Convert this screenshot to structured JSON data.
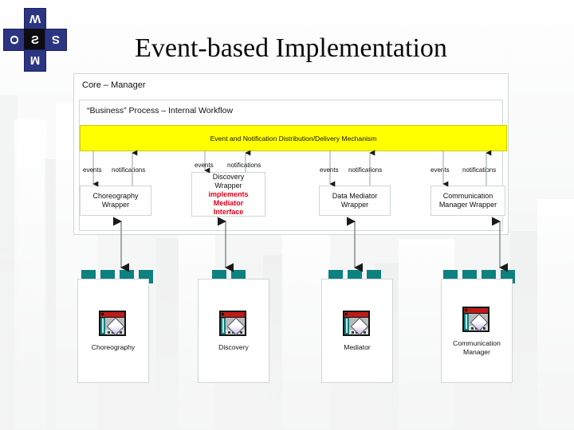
{
  "slide": {
    "title": "Event-based Implementation",
    "logo": {
      "name": "wsmo-logo",
      "letters": [
        "W",
        "S",
        "M",
        "O"
      ],
      "center_glyph": "Ƨ",
      "color": "#2b3582"
    },
    "background": "faded-cityscape-photo"
  },
  "diagram": {
    "core": {
      "label": "Core – Manager"
    },
    "business_process": {
      "label": "“Business” Process – Internal Workflow"
    },
    "bus": {
      "label": "Event and Notification Distribution/Delivery Mechanism",
      "color": "#ffff00"
    },
    "edge_labels": {
      "events": "events",
      "notifications": "notifications"
    },
    "wrappers": [
      {
        "name": "choreography-wrapper",
        "lines": [
          "Choreography",
          "Wrapper"
        ],
        "red_lines": []
      },
      {
        "name": "discovery-wrapper",
        "lines": [
          "Discovery",
          "Wrapper"
        ],
        "red_lines": [
          "implements",
          "Mediator",
          "Interface"
        ]
      },
      {
        "name": "data-mediator-wrapper",
        "lines": [
          "Data Mediator",
          "Wrapper"
        ],
        "red_lines": []
      },
      {
        "name": "communication-manager-wrapper",
        "lines": [
          "Communication",
          "Manager Wrapper"
        ],
        "red_lines": []
      }
    ],
    "components": [
      {
        "name": "choreography-component",
        "label": "Choreography",
        "tabs": 4,
        "tab_color": "#0d8080"
      },
      {
        "name": "discovery-component",
        "label": "Discovery",
        "tabs": 2,
        "tab_color": "#0d8080"
      },
      {
        "name": "mediator-component",
        "label": "Mediator",
        "tabs": 3,
        "tab_color": "#0d8080"
      },
      {
        "name": "communication-manager-component",
        "label": "Communication\nManager",
        "tabs": 4,
        "tab_color": "#0d8080"
      }
    ]
  }
}
